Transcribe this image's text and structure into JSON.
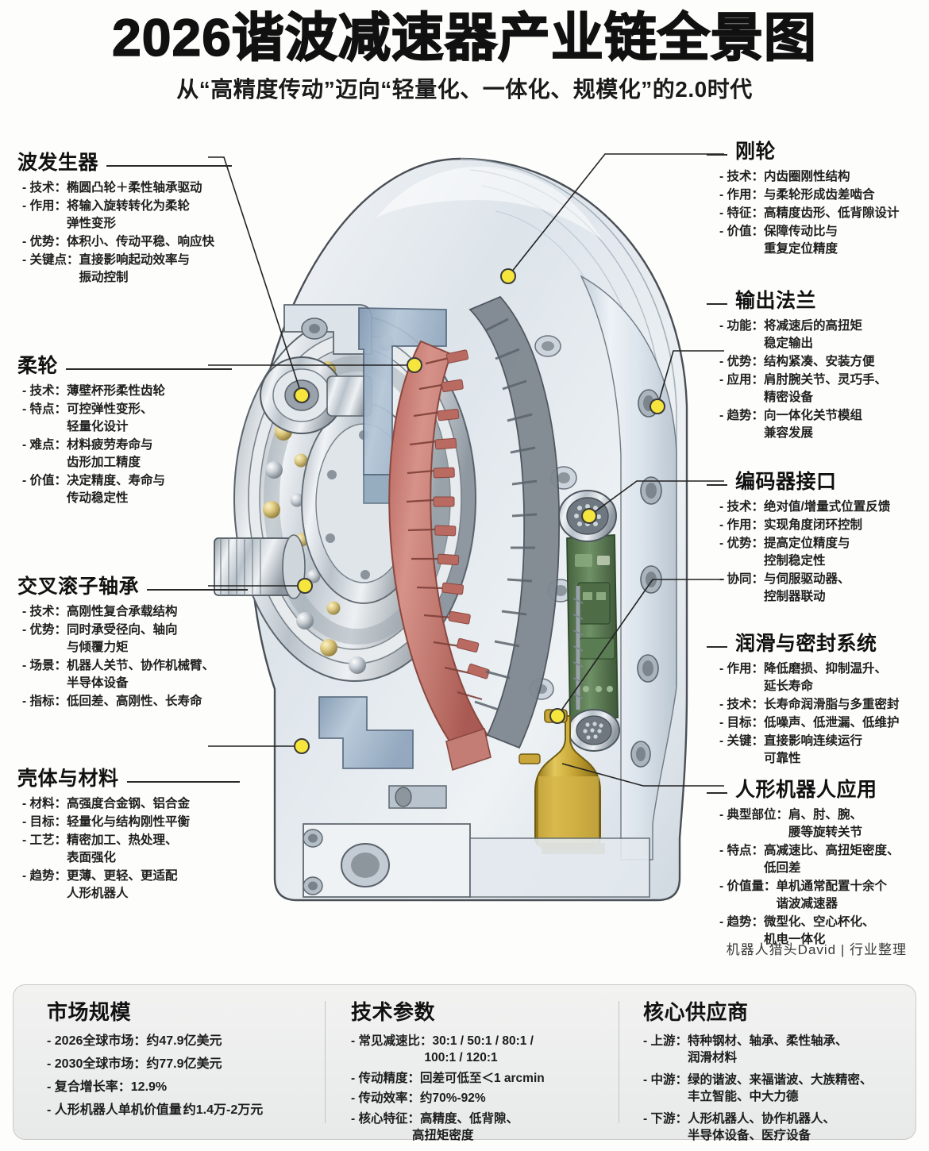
{
  "header": {
    "title": "2026谐波减速器产业链全景图",
    "subtitle": "从“高精度传动”迈向“轻量化、一体化、规模化”的2.0时代"
  },
  "signature": "机器人猎头David  |  行业整理",
  "callouts": [
    {
      "id": "wave-generator",
      "title": "波发生器",
      "rows": [
        {
          "key": "- 技术：",
          "lines": [
            "椭圆凸轮＋柔性轴承驱动"
          ]
        },
        {
          "key": "- 作用：",
          "lines": [
            "将输入旋转转化为柔轮",
            "弹性变形"
          ]
        },
        {
          "key": "- 优势：",
          "lines": [
            "体积小、传动平稳、响应快"
          ]
        },
        {
          "key": "- 关键点：",
          "lines": [
            "直接影响起动效率与",
            "振动控制"
          ]
        }
      ]
    },
    {
      "id": "flexspline",
      "title": "柔轮",
      "rows": [
        {
          "key": "- 技术：",
          "lines": [
            "薄壁杯形柔性齿轮"
          ]
        },
        {
          "key": "- 特点：",
          "lines": [
            "可控弹性变形、",
            "轻量化设计"
          ]
        },
        {
          "key": "- 难点：",
          "lines": [
            "材料疲劳寿命与",
            "齿形加工精度"
          ]
        },
        {
          "key": "- 价值：",
          "lines": [
            "决定精度、寿命与",
            "传动稳定性"
          ]
        }
      ]
    },
    {
      "id": "cross-roller-bearing",
      "title": "交叉滚子轴承",
      "rows": [
        {
          "key": "- 技术：",
          "lines": [
            "高刚性复合承载结构"
          ]
        },
        {
          "key": "- 优势：",
          "lines": [
            "同时承受径向、轴向",
            "与倾覆力矩"
          ]
        },
        {
          "key": "- 场景：",
          "lines": [
            "机器人关节、协作机械臂、",
            "半导体设备"
          ]
        },
        {
          "key": "- 指标：",
          "lines": [
            "低回差、高刚性、长寿命"
          ]
        }
      ]
    },
    {
      "id": "housing-material",
      "title": "壳体与材料",
      "rows": [
        {
          "key": "- 材料：",
          "lines": [
            "高强度合金钢、铝合金"
          ]
        },
        {
          "key": "- 目标：",
          "lines": [
            "轻量化与结构刚性平衡"
          ]
        },
        {
          "key": "- 工艺：",
          "lines": [
            "精密加工、热处理、",
            "表面强化"
          ]
        },
        {
          "key": "- 趋势：",
          "lines": [
            "更薄、更轻、更适配",
            "人形机器人"
          ]
        }
      ]
    },
    {
      "id": "circular-spline",
      "title": "刚轮",
      "rows": [
        {
          "key": "- 技术：",
          "lines": [
            "内齿圈刚性结构"
          ]
        },
        {
          "key": "- 作用：",
          "lines": [
            "与柔轮形成齿差啮合"
          ]
        },
        {
          "key": "- 特征：",
          "lines": [
            "高精度齿形、低背隙设计"
          ]
        },
        {
          "key": "- 价值：",
          "lines": [
            "保障传动比与",
            "重复定位精度"
          ]
        }
      ]
    },
    {
      "id": "output-flange",
      "title": "输出法兰",
      "rows": [
        {
          "key": "- 功能：",
          "lines": [
            "将减速后的高扭矩",
            "稳定输出"
          ]
        },
        {
          "key": "- 优势：",
          "lines": [
            "结构紧凑、安装方便"
          ]
        },
        {
          "key": "- 应用：",
          "lines": [
            "肩肘腕关节、灵巧手、",
            "精密设备"
          ]
        },
        {
          "key": "- 趋势：",
          "lines": [
            "向一体化关节模组",
            "兼容发展"
          ]
        }
      ]
    },
    {
      "id": "encoder-interface",
      "title": "编码器接口",
      "rows": [
        {
          "key": "- 技术：",
          "lines": [
            "绝对值/增量式位置反馈"
          ]
        },
        {
          "key": "- 作用：",
          "lines": [
            "实现角度闭环控制"
          ]
        },
        {
          "key": "- 优势：",
          "lines": [
            "提高定位精度与",
            "控制稳定性"
          ]
        },
        {
          "key": "- 协同：",
          "lines": [
            "与伺服驱动器、",
            "控制器联动"
          ]
        }
      ]
    },
    {
      "id": "lubrication-sealing",
      "title": "润滑与密封系统",
      "rows": [
        {
          "key": "- 作用：",
          "lines": [
            "降低磨损、抑制温升、",
            "延长寿命"
          ]
        },
        {
          "key": "- 技术：",
          "lines": [
            "长寿命润滑脂与多重密封"
          ]
        },
        {
          "key": "- 目标：",
          "lines": [
            "低噪声、低泄漏、低维护"
          ]
        },
        {
          "key": "- 关键：",
          "lines": [
            "直接影响连续运行",
            "可靠性"
          ]
        }
      ]
    },
    {
      "id": "humanoid-application",
      "title": "人形机器人应用",
      "rows": [
        {
          "key": "- 典型部位：",
          "lines": [
            "肩、肘、腕、",
            "腰等旋转关节"
          ]
        },
        {
          "key": "- 特点：",
          "lines": [
            "高减速比、高扭矩密度、",
            "低回差"
          ]
        },
        {
          "key": "- 价值量：",
          "lines": [
            "单机通常配置十余个",
            "谐波减速器"
          ]
        },
        {
          "key": "- 趋势：",
          "lines": [
            "微型化、空心杯化、",
            "机电一体化"
          ]
        }
      ]
    }
  ],
  "bottom": {
    "columns": [
      {
        "id": "market-size",
        "title": "市场规模",
        "rows": [
          {
            "key": "- 2026全球市场：",
            "lines": [
              "约47.9亿美元"
            ]
          },
          {
            "key": "- 2030全球市场：",
            "lines": [
              "约77.9亿美元"
            ]
          },
          {
            "key": "- 复合增长率：",
            "lines": [
              "12.9%"
            ]
          },
          {
            "key": "- 人形机器人单机价值量：",
            "lines": [
              "约1.4万-2万元"
            ]
          }
        ]
      },
      {
        "id": "tech-parameters",
        "title": "技术参数",
        "rows": [
          {
            "key": "- 常见减速比：",
            "lines": [
              "30:1 / 50:1 / 80:1 /",
              "100:1 / 120:1"
            ]
          },
          {
            "key": "- 传动精度：",
            "lines": [
              "回差可低至＜1 arcmin"
            ]
          },
          {
            "key": "- 传动效率：",
            "lines": [
              "约70%-92%"
            ]
          },
          {
            "key": "- 核心特征：",
            "lines": [
              "高精度、低背隙、",
              "高扭矩密度"
            ]
          }
        ]
      },
      {
        "id": "core-suppliers",
        "title": "核心供应商",
        "rows": [
          {
            "key": "- 上游：",
            "lines": [
              "特种钢材、轴承、柔性轴承、",
              "润滑材料"
            ]
          },
          {
            "key": "- 中游：",
            "lines": [
              "绿的谐波、来福谐波、大族精密、",
              "丰立智能、中大力德"
            ]
          },
          {
            "key": "- 下游：",
            "lines": [
              "人形机器人、协作机器人、",
              "半导体设备、医疗设备"
            ]
          }
        ]
      }
    ]
  },
  "illustration": {
    "name": "harmonic-drive-cutaway",
    "colors": {
      "flexspline_red": "#c87a72",
      "housing_blue": "#9fb4c9",
      "pcb_green": "#5d7f58",
      "oil_gold": "#c9a63c",
      "steel_silver": "#c8cdd2",
      "callout_dot": "#f5e53c"
    }
  }
}
